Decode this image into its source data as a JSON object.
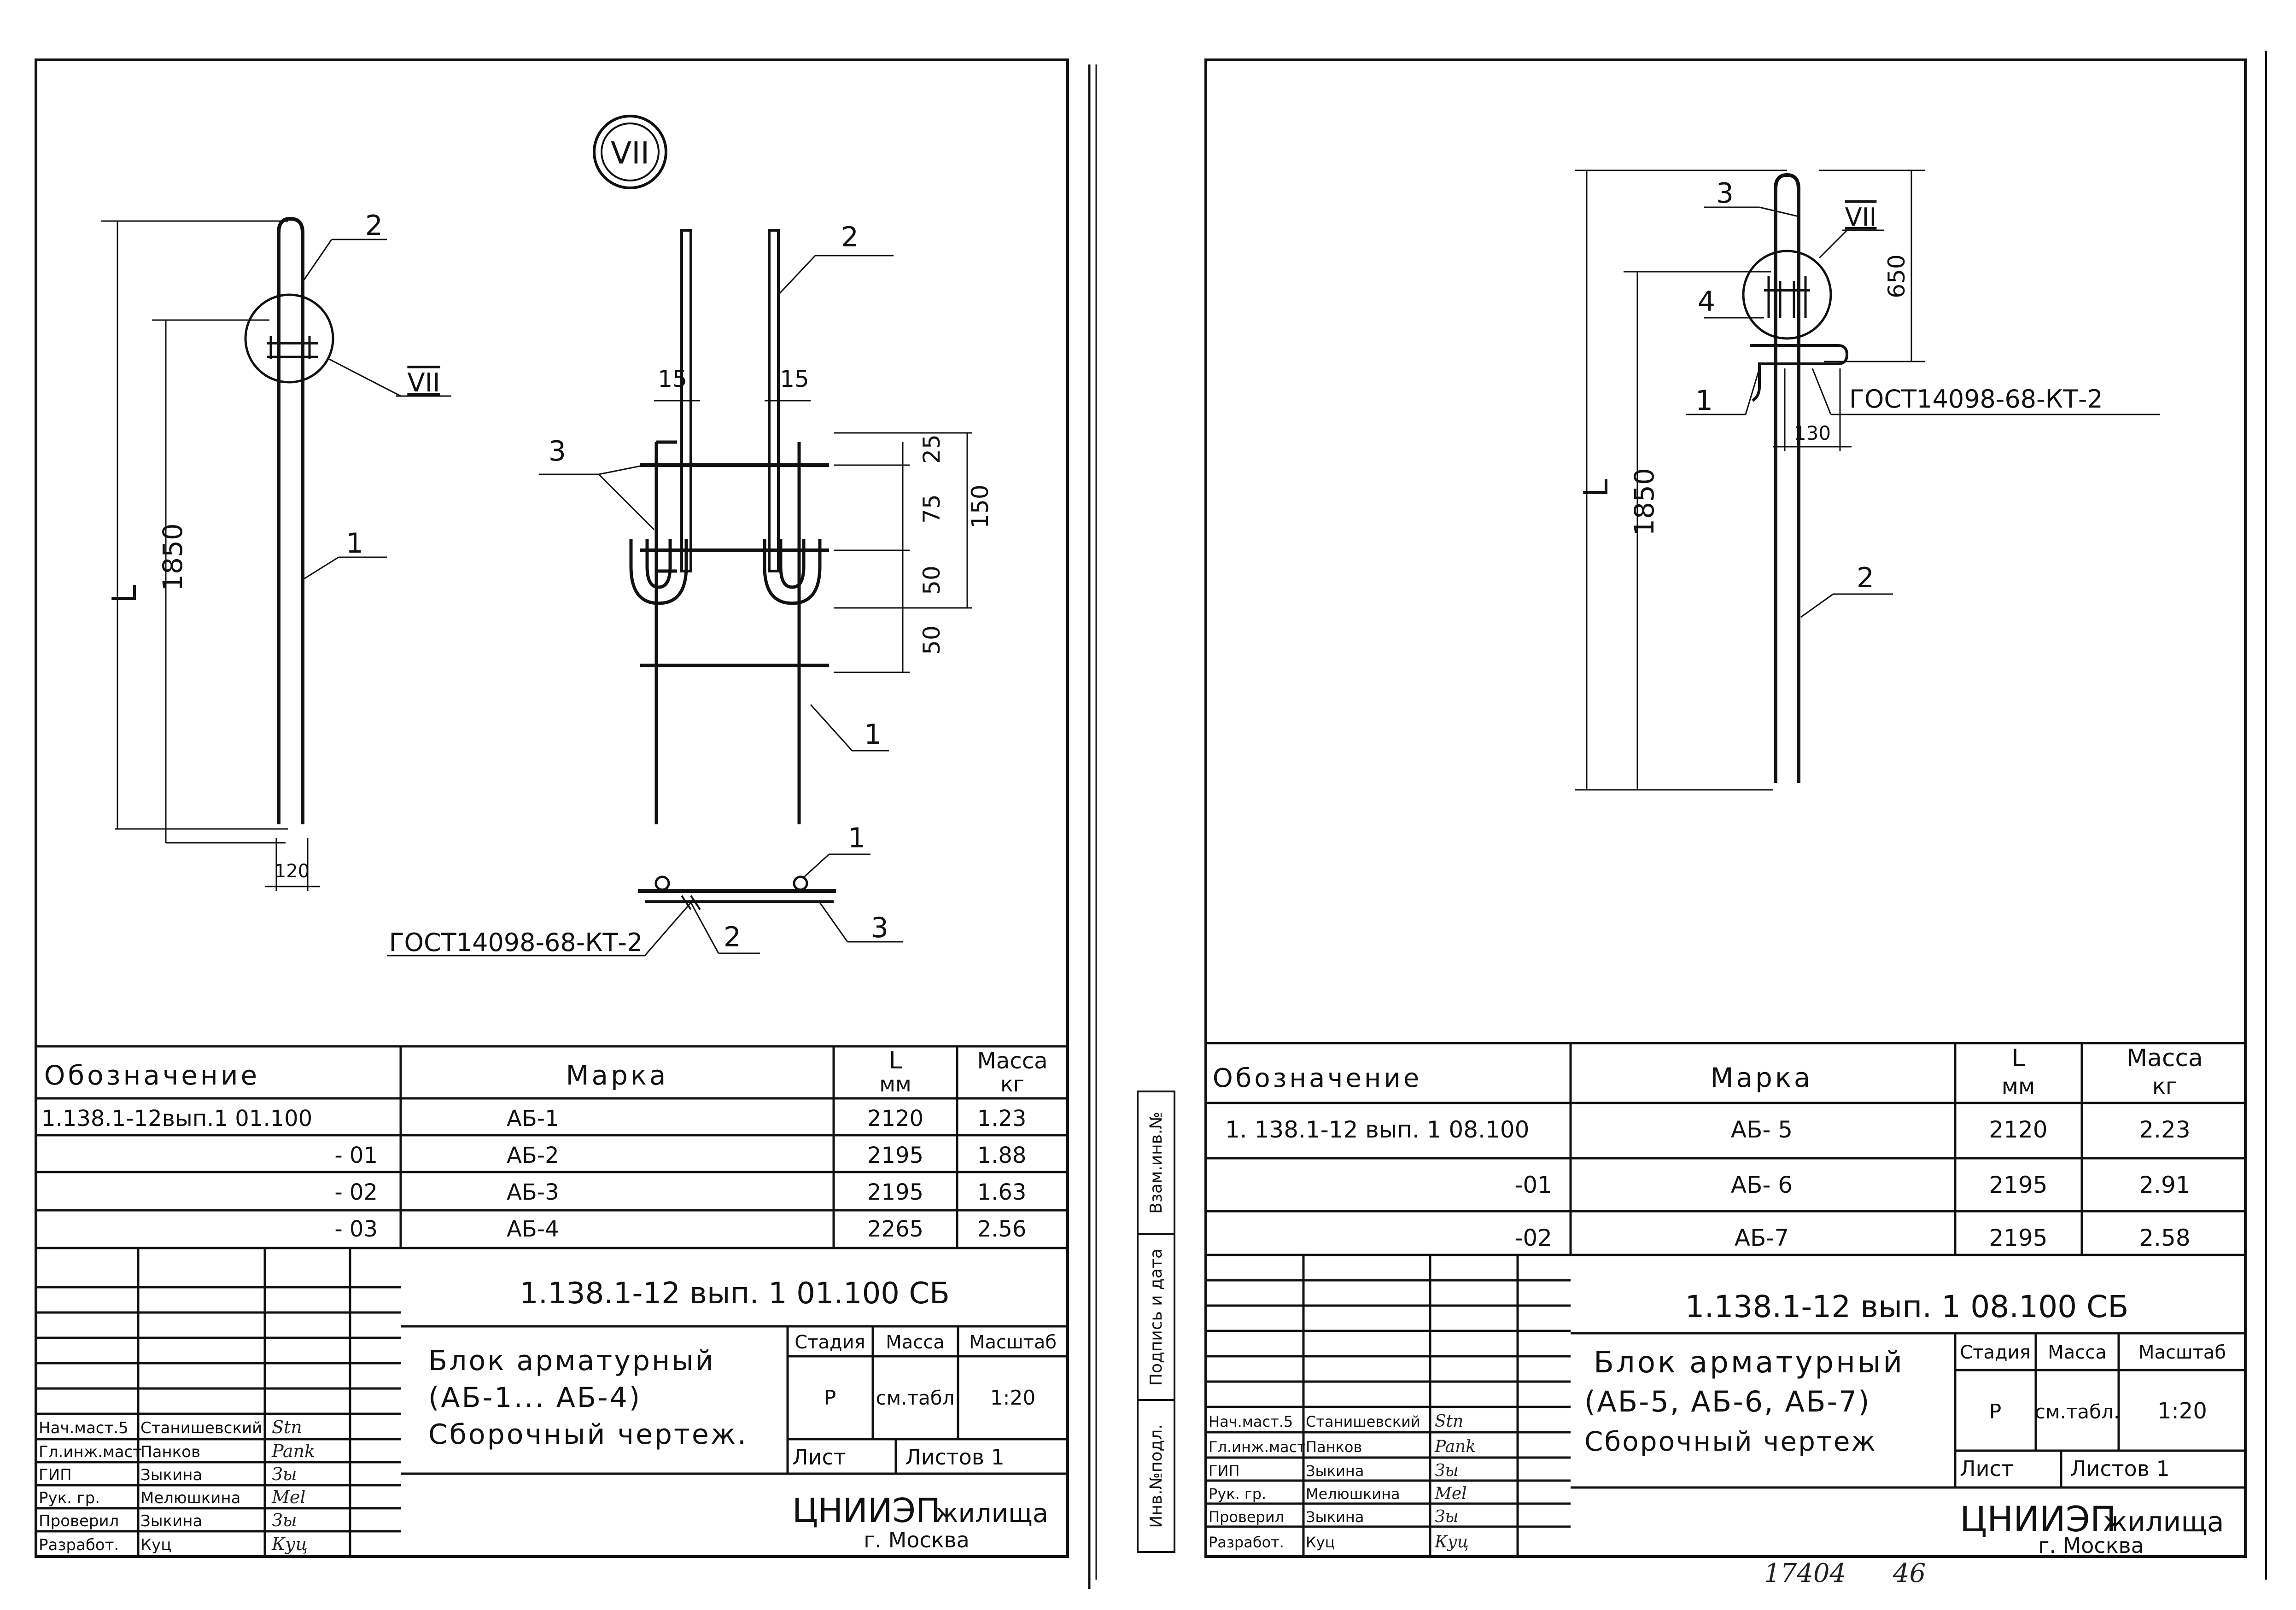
{
  "left_sheet": {
    "detail_marker": "VII",
    "elevation": {
      "dim_L": "L",
      "dim_1850": "1850",
      "dim_120": "120",
      "callout_1": "1",
      "callout_2": "2",
      "callout_vii": "VII"
    },
    "detail_view": {
      "callout_2": "2",
      "callout_3": "3",
      "callout_1": "1",
      "dim_15a": "15",
      "dim_15b": "15",
      "dim_25": "25",
      "dim_75": "75",
      "dim_50a": "50",
      "dim_50b": "50",
      "dim_150": "150"
    },
    "section_view": {
      "callout_1": "1",
      "callout_2": "2",
      "callout_3": "3",
      "weld_note": "ГОСТ14098-68-КТ-2"
    },
    "spec_table": {
      "headers": {
        "designation": "Обозначение",
        "mark": "Марка",
        "length_top": "L",
        "length_unit": "мм",
        "mass_top": "Масса",
        "mass_unit": "кг"
      },
      "rows": [
        {
          "designation": "1.138.1-12вып.1  01.100",
          "mark": "АБ-1",
          "length": "2120",
          "mass": "1.23"
        },
        {
          "designation": "- 01",
          "mark": "АБ-2",
          "length": "2195",
          "mass": "1.88"
        },
        {
          "designation": "- 02",
          "mark": "АБ-3",
          "length": "2195",
          "mass": "1.63"
        },
        {
          "designation": "- 03",
          "mark": "АБ-4",
          "length": "2265",
          "mass": "2.56"
        }
      ]
    },
    "title_block": {
      "doc_code": "1.138.1-12 вып. 1   01.100 СБ",
      "title_line1": "Блок арматурный",
      "title_line2": "(АБ-1...   АБ-4)",
      "title_line3": "Сборочный чертеж.",
      "stage_header": "Стадия",
      "mass_header": "Масса",
      "scale_header": "Масштаб",
      "stage_value": "Р",
      "mass_value": "см.табл",
      "scale_value": "1:20",
      "sheet_label": "Лист",
      "sheets_label": "Листов 1",
      "org_name": "ЦНИИЭП",
      "org_suffix": "жилища",
      "org_city": "г. Москва",
      "staff": [
        {
          "role": "Нач.маст.5",
          "name": "Станишевский",
          "sign": "Stn"
        },
        {
          "role": "Гл.инж.маст",
          "name": "Панков",
          "sign": "Pank"
        },
        {
          "role": "ГИП",
          "name": "Зыкина",
          "sign": "Зы"
        },
        {
          "role": "Рук. гр.",
          "name": "Мелюшкина",
          "sign": "Mel"
        },
        {
          "role": "Проверил",
          "name": "Зыкина",
          "sign": "Зы"
        },
        {
          "role": "Разработ.",
          "name": "Куц",
          "sign": "Куц"
        }
      ]
    }
  },
  "right_sheet": {
    "elevation": {
      "callout_3": "3",
      "callout_vii": "VII",
      "callout_4": "4",
      "callout_1": "1",
      "callout_2": "2",
      "dim_650": "650",
      "dim_130": "130",
      "dim_1850": "1850",
      "dim_L": "L",
      "weld_note": "ГОСТ14098-68-КТ-2"
    },
    "side_stamp": {
      "cell1": "Инв.№подл.",
      "cell2": "Подпись и дата",
      "cell3": "Взам.инв.№"
    },
    "spec_table": {
      "headers": {
        "designation": "Обозначение",
        "mark": "Марка",
        "length_top": "L",
        "length_unit": "мм",
        "mass_top": "Масса",
        "mass_unit": "кг"
      },
      "rows": [
        {
          "designation": "1. 138.1-12 вып. 1   08.100",
          "mark": "АБ- 5",
          "length": "2120",
          "mass": "2.23"
        },
        {
          "designation": "-01",
          "mark": "АБ- 6",
          "length": "2195",
          "mass": "2.91"
        },
        {
          "designation": "-02",
          "mark": "АБ-7",
          "length": "2195",
          "mass": "2.58"
        }
      ]
    },
    "title_block": {
      "doc_code": "1.138.1-12 вып. 1   08.100 СБ",
      "title_line1": "Блок арматурный",
      "title_line2": "(АБ-5, АБ-6, АБ-7)",
      "title_line3": "Сборочный чертеж",
      "stage_header": "Стадия",
      "mass_header": "Масса",
      "scale_header": "Масштаб",
      "stage_value": "Р",
      "mass_value": "см.табл.",
      "scale_value": "1:20",
      "sheet_label": "Лист",
      "sheets_label": "Листов 1",
      "org_name": "ЦНИИЭП",
      "org_suffix": "жилища",
      "org_city": "г. Москва",
      "staff": [
        {
          "role": "Нач.маст.5",
          "name": "Станишевский",
          "sign": "Stn"
        },
        {
          "role": "Гл.инж.маст",
          "name": "Панков",
          "sign": "Pank"
        },
        {
          "role": "ГИП",
          "name": "Зыкина",
          "sign": "Зы"
        },
        {
          "role": "Рук. гр.",
          "name": "Мелюшкина",
          "sign": "Mel"
        },
        {
          "role": "Проверил",
          "name": "Зыкина",
          "sign": "Зы"
        },
        {
          "role": "Разработ.",
          "name": "Куц",
          "sign": "Куц"
        }
      ]
    },
    "footer_number": "17404",
    "footer_page": "46"
  }
}
